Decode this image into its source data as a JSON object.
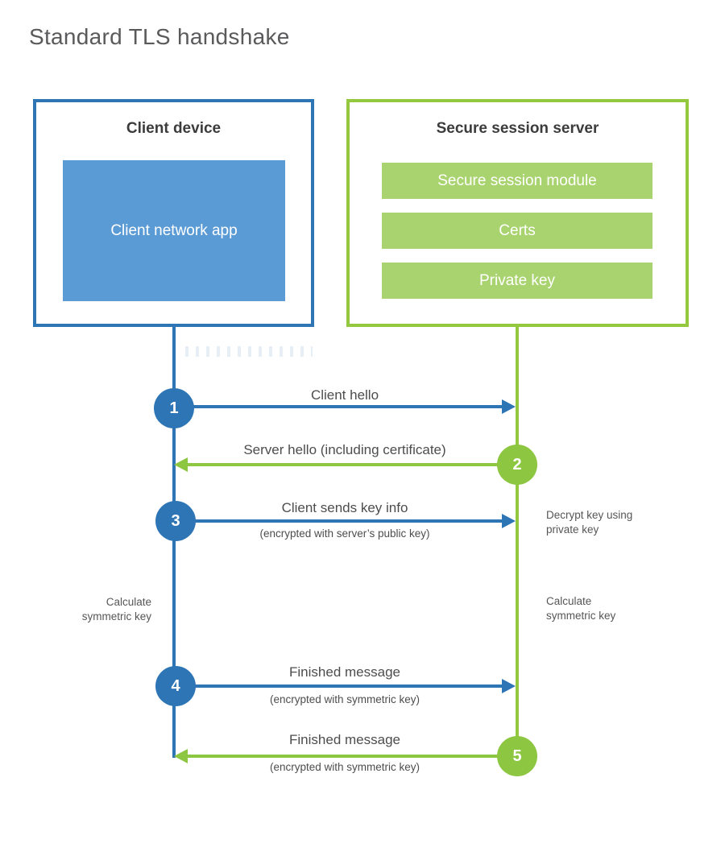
{
  "title": "Standard TLS handshake",
  "colors": {
    "blue": "#2e75b6",
    "blue_light": "#5b9bd5",
    "green": "#8dc641",
    "green_light": "#a9d36e",
    "text_dark": "#3c3c3c",
    "text_gray": "#565656"
  },
  "client": {
    "title": "Client device",
    "app_label": "Client network app"
  },
  "server": {
    "title": "Secure session server",
    "modules": [
      "Secure session module",
      "Certs",
      "Private key"
    ]
  },
  "steps": [
    {
      "num": "1",
      "label": "Client hello",
      "sublabel": "",
      "direction": "right",
      "color": "blue"
    },
    {
      "num": "2",
      "label": "Server hello (including certificate)",
      "sublabel": "",
      "direction": "left",
      "color": "green"
    },
    {
      "num": "3",
      "label": "Client sends key info",
      "sublabel": "(encrypted with server’s public key)",
      "direction": "right",
      "color": "blue"
    },
    {
      "num": "4",
      "label": "Finished message",
      "sublabel": "(encrypted with symmetric key)",
      "direction": "right",
      "color": "blue"
    },
    {
      "num": "5",
      "label": "Finished message",
      "sublabel": "(encrypted with symmetric key)",
      "direction": "left",
      "color": "green"
    }
  ],
  "annotations": {
    "decrypt": "Decrypt key using private key",
    "calculate_right": "Calculate symmetric key",
    "calculate_left": "Calculate symmetric key"
  }
}
